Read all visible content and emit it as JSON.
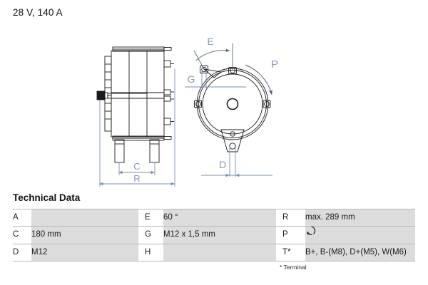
{
  "title": "28 V, 140 A",
  "tech": {
    "heading": "Technical Data",
    "footnote": "* Terminal",
    "rows": [
      {
        "k1": "A",
        "v1": "",
        "k2": "E",
        "v2": "60 °",
        "k3": "R",
        "v3": "max. 289 mm"
      },
      {
        "k1": "C",
        "v1": "180 mm",
        "k2": "G",
        "v2": "M12 x 1,5 mm",
        "k3": "P",
        "v3": ""
      },
      {
        "k1": "D",
        "v1": "M12",
        "k2": "H",
        "v2": "",
        "k3": "T*",
        "v3": "B+, B-(M8), D+(M5), W(M6)"
      }
    ]
  },
  "drawing": {
    "labels": {
      "C": "C",
      "R": "R",
      "E": "E",
      "G": "G",
      "P": "P",
      "D": "D"
    }
  },
  "colors": {
    "line": "#1b1b1b",
    "dimension": "#7b8fb5",
    "cell_bg": "#dcdcdc",
    "rule": "#b9b9b9"
  }
}
